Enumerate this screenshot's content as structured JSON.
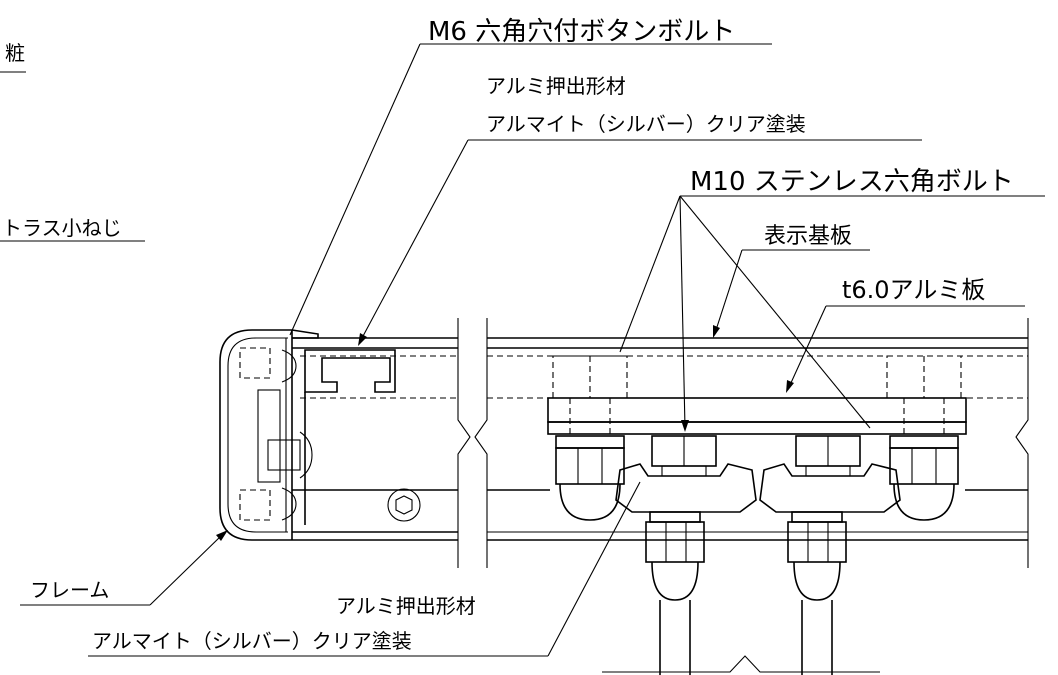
{
  "labels": {
    "m6_bolt": "M6 六角穴付ボタンボルト",
    "top_left_partial": "粧",
    "aluminum_extrusion_top": "アルミ押出形材",
    "alumite_coating_top": "アルマイト（シルバー）クリア塗装",
    "m10_bolt": "M10 ステンレス六角ボルト",
    "truss_screw_partial": "トラス小ねじ",
    "display_board": "表示基板",
    "aluminum_plate": "t6.0アルミ板",
    "frame": "フレーム",
    "aluminum_extrusion_bottom": "アルミ押出形材",
    "alumite_coating_bottom": "アルマイト（シルバー）クリア塗装"
  },
  "colors": {
    "line": "#000000",
    "background": "#ffffff"
  }
}
